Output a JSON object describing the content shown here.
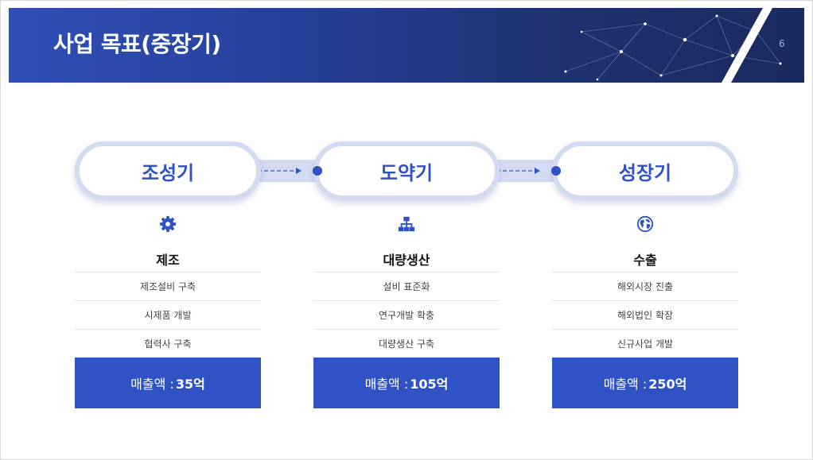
{
  "header": {
    "title": "사업 목표(중장기)",
    "page_number": "6"
  },
  "stages": [
    {
      "label": "조성기",
      "icon": "gear-icon",
      "title": "제조",
      "items": [
        "제조설비 구축",
        "시제품 개발",
        "협력사 구축"
      ],
      "sales_label": "매출액 : ",
      "sales_value": "35억"
    },
    {
      "label": "도약기",
      "icon": "org-chart-icon",
      "title": "대량생산",
      "items": [
        "설비 표준화",
        "연구개발 확충",
        "대량생산 구축"
      ],
      "sales_label": "매출액 : ",
      "sales_value": "105억"
    },
    {
      "label": "성장기",
      "icon": "globe-icon",
      "title": "수출",
      "items": [
        "해외시장 진출",
        "해외법인 확장",
        "신규사업 개발"
      ],
      "sales_label": "매출액 : ",
      "sales_value": "250억"
    }
  ],
  "colors": {
    "accent": "#2f52c5",
    "header_dark": "#1b2a5e",
    "pill_border": "#d3dbf1"
  }
}
